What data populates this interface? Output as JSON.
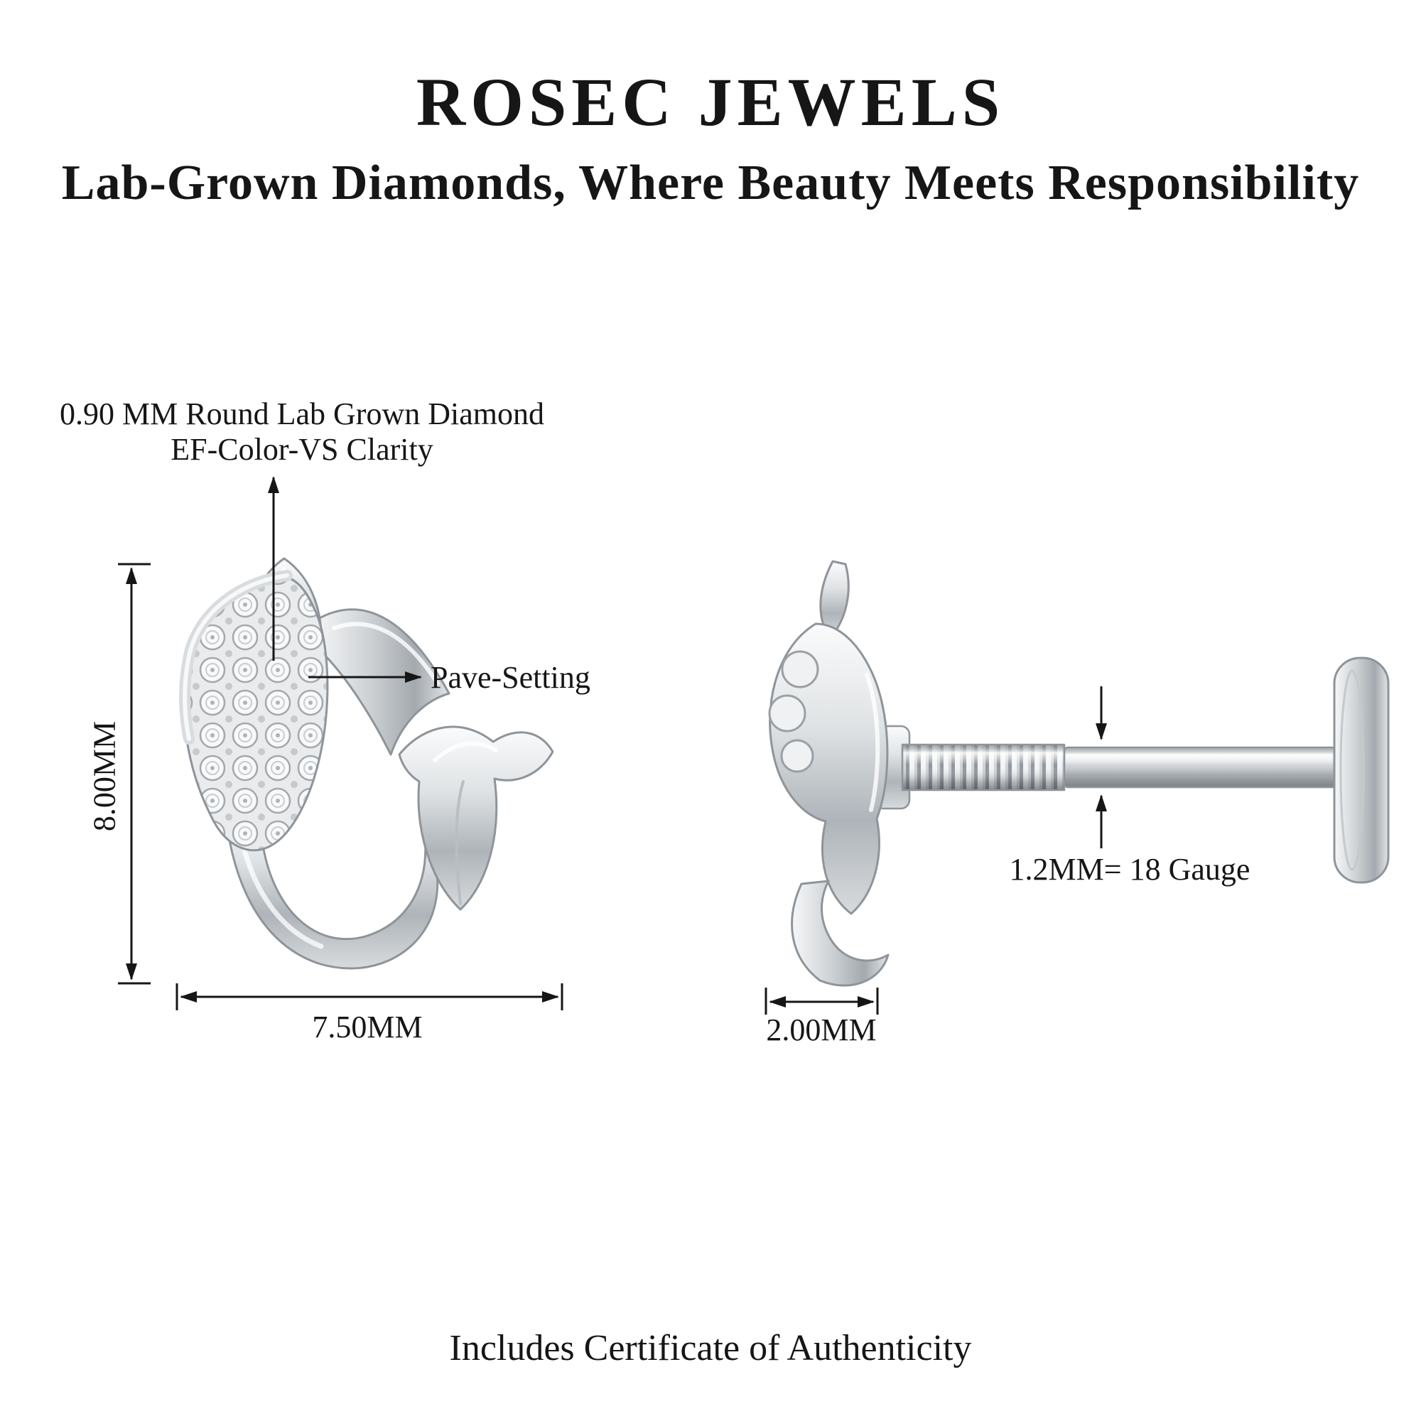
{
  "header": {
    "title": "ROSEC JEWELS",
    "subtitle": "Lab-Grown Diamonds, Where Beauty Meets Responsibility"
  },
  "annotations": {
    "diamond_spec": {
      "line1": "0.90 MM Round Lab Grown Diamond",
      "line2": "EF-Color-VS Clarity"
    },
    "pave_setting": "Pave-Setting"
  },
  "dimensions": {
    "front_height": "8.00MM",
    "front_width": "7.50MM",
    "post_gauge": "1.2MM= 18 Gauge",
    "side_depth": "2.00MM"
  },
  "footer": {
    "certificate_note": "Includes Certificate of Authenticity"
  },
  "colors": {
    "background": "#ffffff",
    "text": "#161616",
    "metal_light": "#fafbfc",
    "metal_mid": "#c9ccd0",
    "metal_dark": "#8f959b"
  }
}
